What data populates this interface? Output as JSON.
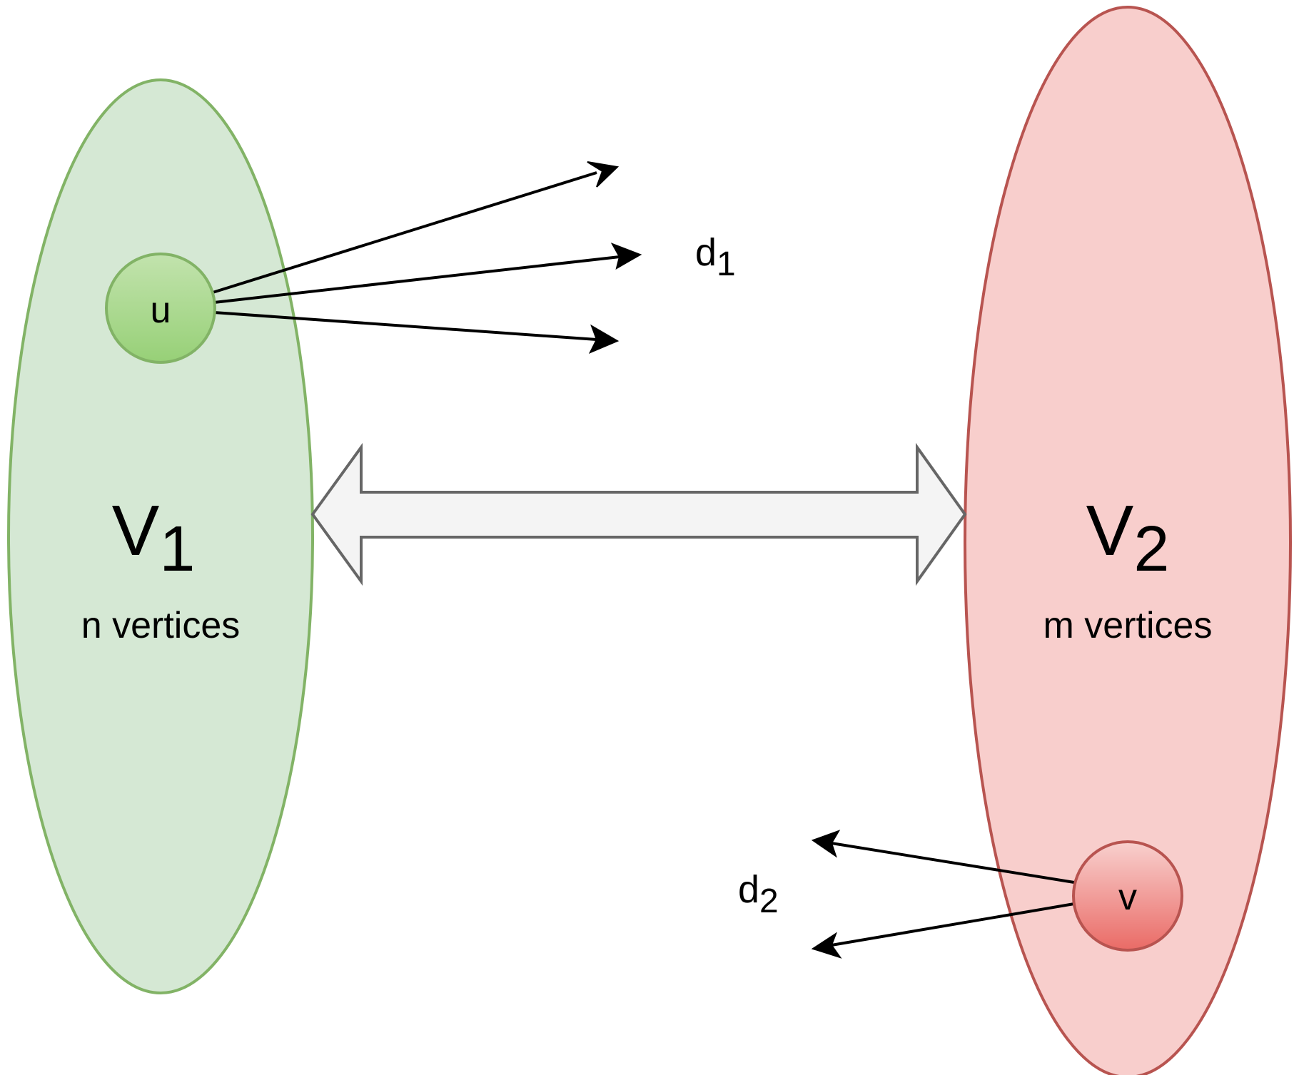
{
  "sets": {
    "left": {
      "name": "V",
      "subscript": "1",
      "caption": "n vertices",
      "fill": "#d5e8d4",
      "stroke": "#82b366"
    },
    "right": {
      "name": "V",
      "subscript": "2",
      "caption": "m vertices",
      "fill": "#f8cecc",
      "stroke": "#b85450"
    }
  },
  "nodes": {
    "u": {
      "label": "u",
      "gradient_top": "#c2e3ad",
      "gradient_bottom": "#97d077",
      "stroke": "#82b366"
    },
    "v": {
      "label": "v",
      "gradient_top": "#f8d0ce",
      "gradient_bottom": "#ea6b66",
      "stroke": "#b85450"
    }
  },
  "degrees": {
    "d1": {
      "base": "d",
      "subscript": "1"
    },
    "d2": {
      "base": "d",
      "subscript": "2"
    }
  },
  "connector": {
    "fill": "#f4f4f4",
    "stroke": "#666666"
  }
}
